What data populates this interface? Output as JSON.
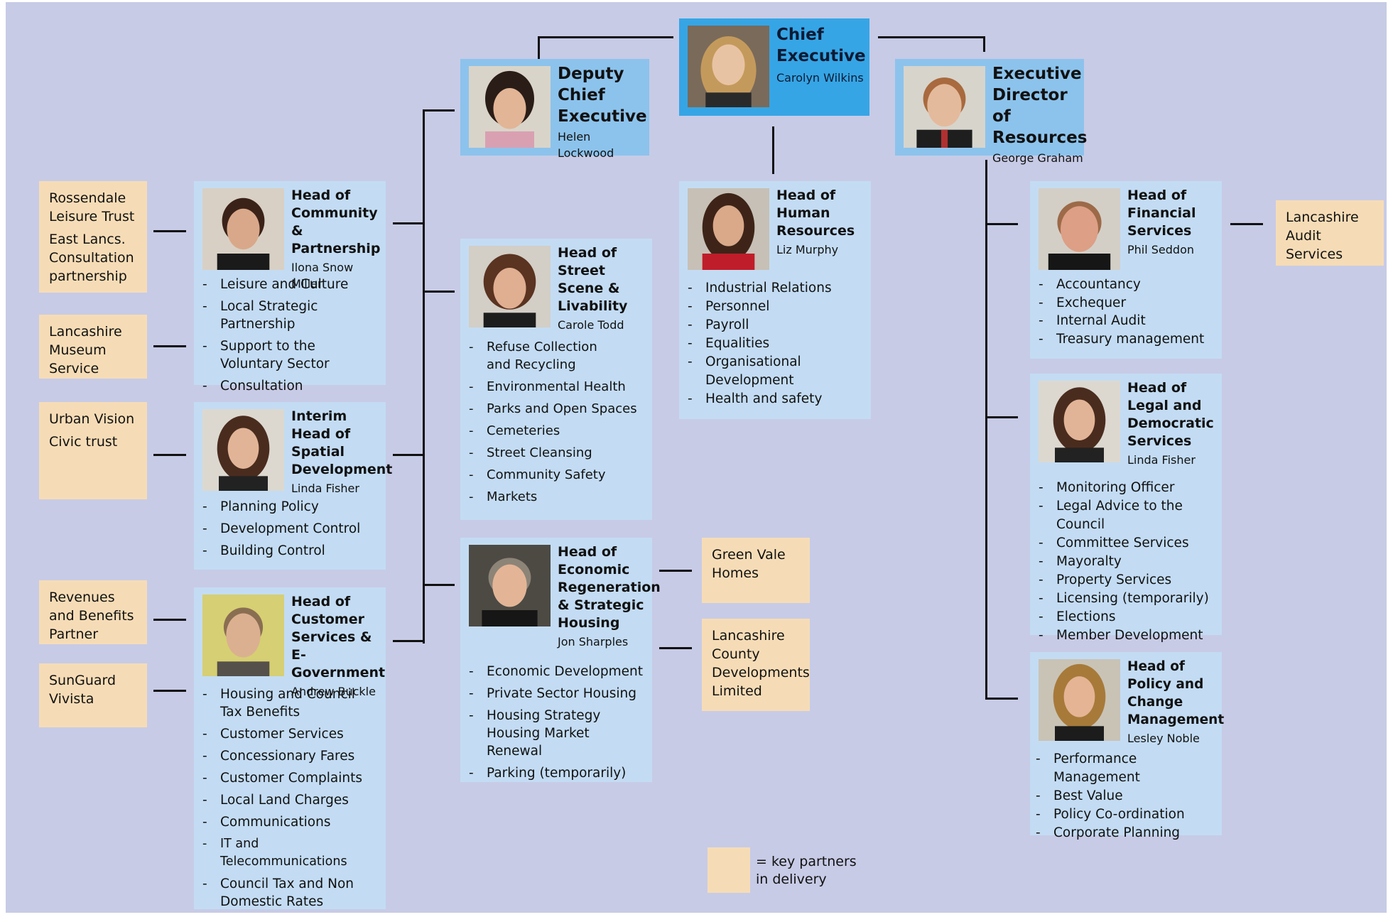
{
  "executives": {
    "ceo": {
      "title": "Chief Executive",
      "name": "Carolyn Wilkins"
    },
    "deputy": {
      "title": "Deputy Chief Executive",
      "name": "Helen Lockwood"
    },
    "resources": {
      "title": "Executive Director of Resources",
      "name": "George Graham"
    }
  },
  "heads": {
    "community": {
      "title": "Head of Community & Partnership",
      "name": "Ilona Snow Miller",
      "duties": [
        "Leisure and Culture",
        "Local Strategic Partnership",
        "Support to the Voluntary Sector",
        "Consultation"
      ]
    },
    "spatial": {
      "title": "Interim Head of Spatial Development",
      "name": "Linda Fisher",
      "duties": [
        "Planning Policy",
        "Development Control",
        "Building Control"
      ]
    },
    "customer": {
      "title": "Head of Customer Services & E-Government",
      "name": "Andrew Buckle",
      "duties": [
        "Housing and Council Tax Benefits",
        "Customer Services",
        "Concessionary Fares",
        "Customer Complaints",
        "Local Land Charges",
        "Communications",
        "IT and Telecommunications",
        "Council Tax and Non Domestic Rates"
      ]
    },
    "street": {
      "title": "Head of Street Scene & Livability",
      "name": "Carole Todd",
      "duties": [
        "Refuse Collection and Recycling",
        "Environmental Health",
        "Parks and Open Spaces",
        "Cemeteries",
        "Street Cleansing",
        "Community Safety",
        "Markets"
      ]
    },
    "economic": {
      "title": "Head of Economic Regeneration & Strategic Housing",
      "name": "Jon Sharples",
      "duties": [
        "Economic Development",
        "Private Sector Housing",
        "Housing Strategy Housing Market Renewal",
        "Parking (temporarily)"
      ]
    },
    "hr": {
      "title": "Head of Human Resources",
      "name": "Liz Murphy",
      "duties": [
        "Industrial Relations",
        "Personnel",
        "Payroll",
        "Equalities",
        "Organisational Development",
        "Health and safety"
      ]
    },
    "financial": {
      "title": "Head of Financial Services",
      "name": "Phil Seddon",
      "duties": [
        "Accountancy",
        "Exchequer",
        "Internal Audit",
        "Treasury management"
      ]
    },
    "legal": {
      "title": "Head of Legal and Democratic Services",
      "name": "Linda Fisher",
      "duties": [
        "Monitoring Officer",
        "Legal Advice to the Council",
        "Committee Services",
        "Mayoralty",
        "Property Services",
        "Licensing (temporarily)",
        "Elections",
        "Member Development"
      ]
    },
    "policy": {
      "title": "Head of Policy and Change Management",
      "name": "Lesley Noble",
      "duties": [
        "Performance Management",
        "Best Value",
        "Policy Co-ordination",
        "Corporate Planning"
      ]
    }
  },
  "partners": {
    "rossendale": [
      "Rossendale Leisure Trust",
      "East Lancs. Consultation partnership"
    ],
    "museum": [
      "Lancashire Museum Service"
    ],
    "urban": [
      "Urban Vision",
      "Civic trust"
    ],
    "revenues": [
      "Revenues and Benefits Partner"
    ],
    "sunguard": [
      "SunGuard Vivista"
    ],
    "greenvale": [
      "Green Vale Homes"
    ],
    "lcdl": [
      "Lancashire County Developments Limited"
    ],
    "audit": [
      "Lancashire Audit Services"
    ]
  },
  "legend": {
    "text": "= key partners in delivery"
  },
  "colors": {
    "background": "#c7cbe6",
    "head_box": "#c3dcf3",
    "exec_box": "#8cc3ec",
    "ceo_box": "#36a5e5",
    "partner_box": "#f6dcb6",
    "connector": "#111111"
  }
}
